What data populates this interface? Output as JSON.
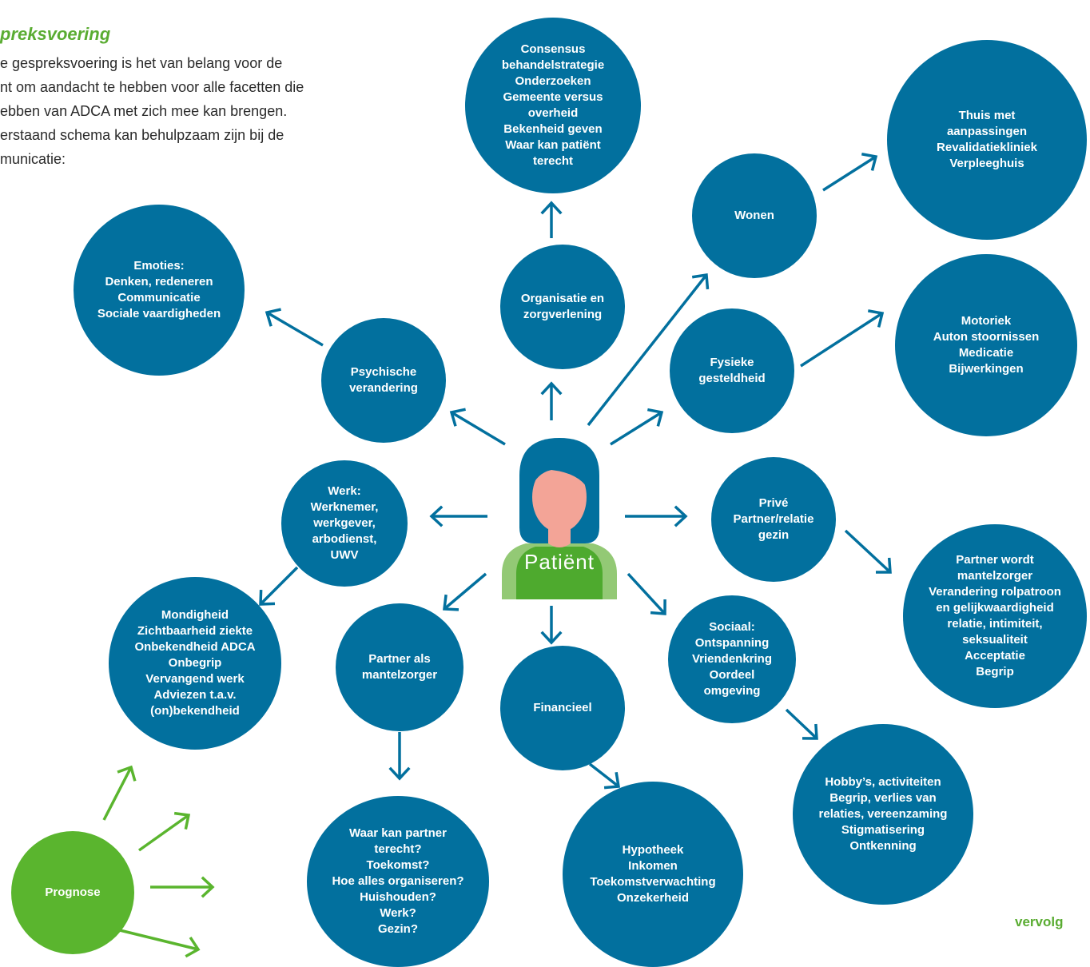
{
  "intro": {
    "heading": "preksvoering",
    "lines": [
      "e gespreksvoering is het van belang voor de",
      "nt om aandacht te hebben voor alle facetten die",
      "ebben van ADCA met zich mee kan brengen.",
      "erstaand schema kan behulpzaam zijn bij de",
      "municatie:"
    ]
  },
  "center": {
    "label": "Patiënt"
  },
  "nodes": {
    "consensus": [
      "Consensus",
      "behandelstrategie",
      "Onderzoeken",
      "Gemeente versus",
      "overheid",
      "Bekenheid geven",
      "Waar kan patiënt",
      "terecht"
    ],
    "woonvormen": [
      "Thuis met",
      "aanpassingen",
      "Revalidatiekliniek",
      "Verpleeghuis"
    ],
    "wonen": [
      "Wonen"
    ],
    "emoties": [
      "Emoties:",
      "Denken, redeneren",
      "Communicatie",
      "Sociale vaardigheden"
    ],
    "organisatie": [
      "Organisatie en",
      "zorgverlening"
    ],
    "motoriek": [
      "Motoriek",
      "Auton stoornissen",
      "Medicatie",
      "Bijwerkingen"
    ],
    "fysiek": [
      "Fysieke",
      "gesteldheid"
    ],
    "psychisch": [
      "Psychische",
      "verandering"
    ],
    "werk": [
      "Werk:",
      "Werknemer,",
      "werkgever,",
      "arbodienst,",
      "UWV"
    ],
    "prive": [
      "Privé",
      "Partner/relatie",
      "gezin"
    ],
    "partner_rol": [
      "Partner wordt",
      "mantelzorger",
      "Verandering rolpatroon",
      "en gelijkwaardigheid",
      "relatie, intimiteit,",
      "seksualiteit",
      "Acceptatie",
      "Begrip"
    ],
    "mondigheid": [
      "Mondigheid",
      "Zichtbaarheid ziekte",
      "Onbekendheid ADCA",
      "Onbegrip",
      "Vervangend werk",
      "Adviezen t.a.v.",
      "(on)bekendheid"
    ],
    "partner_mz": [
      "Partner als",
      "mantelzorger"
    ],
    "sociaal": [
      "Sociaal:",
      "Ontspanning",
      "Vriendenkring",
      "Oordeel",
      "omgeving"
    ],
    "financieel": [
      "Financieel"
    ],
    "hobby": [
      "Hobby’s, activiteiten",
      "Begrip, verlies van",
      "relaties, vereenzaming",
      "Stigmatisering",
      "Ontkenning"
    ],
    "partner_vragen": [
      "Waar kan partner",
      "terecht?",
      "Toekomst?",
      "Hoe alles organiseren?",
      "Huishouden?",
      "Werk?",
      "Gezin?"
    ],
    "hypotheek": [
      "Hypotheek",
      "Inkomen",
      "Toekomstverwachting",
      "Onzekerheid"
    ],
    "prognose": [
      "Prognose"
    ]
  },
  "footer": {
    "more": "vervolg"
  },
  "colors": {
    "node": "#02709e",
    "prognosis": "#5ab52e",
    "heading": "#5aac32",
    "arrow_blue": "#02709e",
    "arrow_green": "#5ab52e"
  }
}
